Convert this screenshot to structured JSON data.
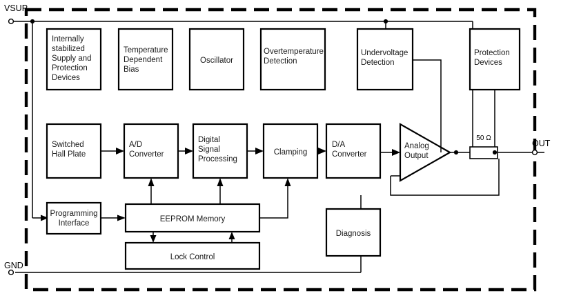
{
  "diagram": {
    "title": "Hall effect sensor IC functional block diagram",
    "background_color": "#ffffff",
    "line_color": "#000000",
    "text_color": "#1a1a1a",
    "package_border_style": "dashed",
    "pins": [
      {
        "name": "vsup-pin",
        "label": "VSUP",
        "position": "top-left"
      },
      {
        "name": "gnd-pin",
        "label": "GND",
        "position": "bottom-left"
      },
      {
        "name": "out-pin",
        "label": "OUT",
        "position": "right"
      }
    ],
    "blocks": [
      {
        "id": "internally-stabilized-supply",
        "lines": [
          "Internally",
          "stabilized",
          "Supply and",
          "Protection",
          "Devices"
        ],
        "align": "left"
      },
      {
        "id": "temperature-dependent-bias",
        "lines": [
          "Temperature",
          "Dependent",
          "Bias"
        ],
        "align": "left"
      },
      {
        "id": "oscillator",
        "lines": [
          "Oscillator"
        ],
        "align": "center"
      },
      {
        "id": "overtemperature-detection",
        "lines": [
          "Overtemperature",
          "Detection"
        ],
        "align": "left"
      },
      {
        "id": "undervoltage-detection",
        "lines": [
          "Undervoltage",
          "Detection"
        ],
        "align": "left"
      },
      {
        "id": "protection-devices",
        "lines": [
          "Protection",
          "Devices"
        ],
        "align": "left"
      },
      {
        "id": "switched-hall-plate",
        "lines": [
          "Switched",
          "Hall Plate"
        ],
        "align": "left"
      },
      {
        "id": "ad-converter",
        "lines": [
          "A/D",
          "Converter"
        ],
        "align": "left"
      },
      {
        "id": "digital-signal-processing",
        "lines": [
          "Digital",
          "Signal",
          "Processing"
        ],
        "align": "left"
      },
      {
        "id": "clamping",
        "lines": [
          "Clamping"
        ],
        "align": "center"
      },
      {
        "id": "da-converter",
        "lines": [
          "D/A",
          "Converter"
        ],
        "align": "left"
      },
      {
        "id": "analog-output",
        "lines": [
          "Analog",
          "Output"
        ],
        "align": "left",
        "shape": "triangle"
      },
      {
        "id": "programming-interface",
        "lines": [
          "Programming",
          "Interface"
        ],
        "align": "center"
      },
      {
        "id": "eeprom-memory",
        "lines": [
          "EEPROM Memory"
        ],
        "align": "center"
      },
      {
        "id": "lock-control",
        "lines": [
          "Lock Control"
        ],
        "align": "center"
      },
      {
        "id": "diagnosis",
        "lines": [
          "Diagnosis"
        ],
        "align": "center"
      }
    ],
    "components": [
      {
        "id": "series-resistor",
        "label": "50 Ω",
        "type": "resistor"
      }
    ]
  }
}
